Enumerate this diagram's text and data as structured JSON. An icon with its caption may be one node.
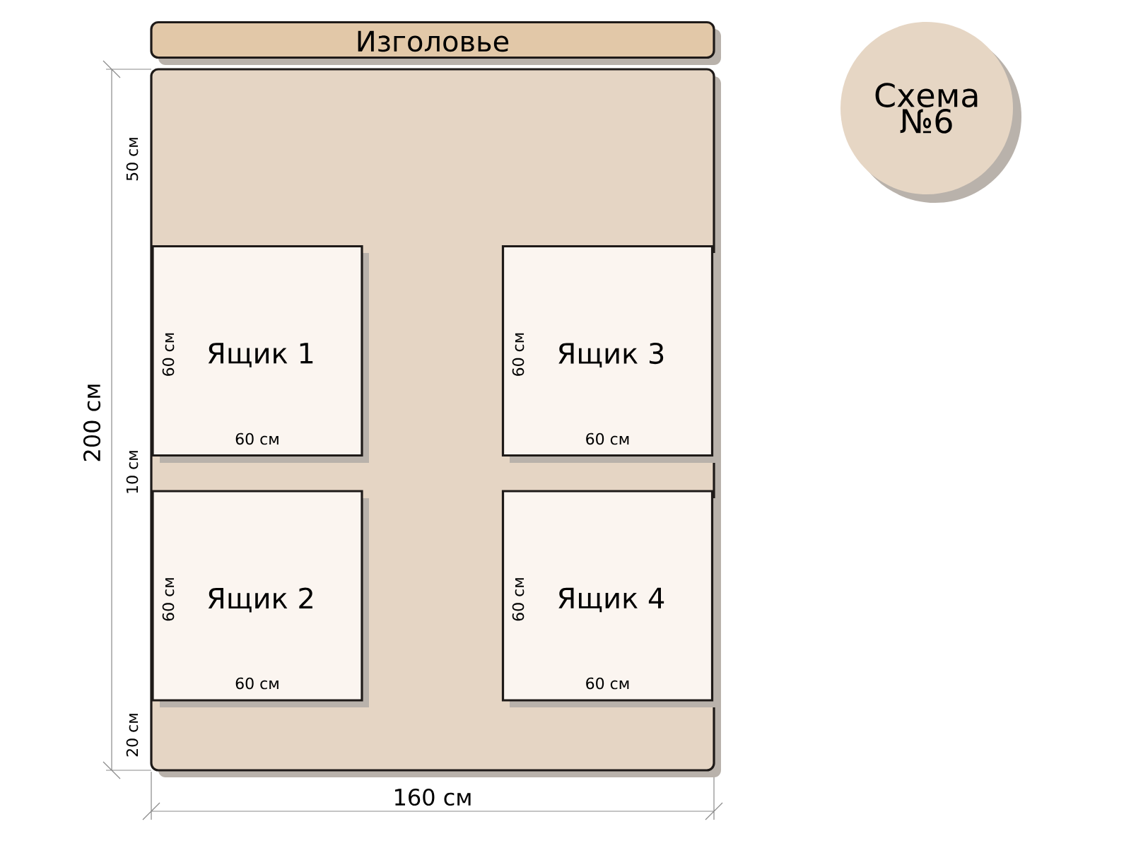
{
  "diagram": {
    "nodes": [
      {
        "text": [
          "Изголовье"
        ]
      },
      {
        "text": [],
        "shape": "box"
      },
      {
        "text": [
          "Ящик 1",
          "60 см",
          "60 см"
        ],
        "in": 1
      },
      {
        "text": [
          "Ящик 3",
          "60 см",
          "60 см"
        ],
        "in": 1
      },
      {
        "text": [
          "Ящик 2",
          "60 см",
          "60 см"
        ],
        "in": 1
      },
      {
        "text": [
          "Ящик 4",
          "60 см",
          "60 см"
        ],
        "in": 1
      },
      {
        "text": [
          "Схема №6"
        ]
      }
    ],
    "labels": [
      "50 см",
      "200 см",
      "10 см",
      "20 см",
      "160 см"
    ]
  }
}
